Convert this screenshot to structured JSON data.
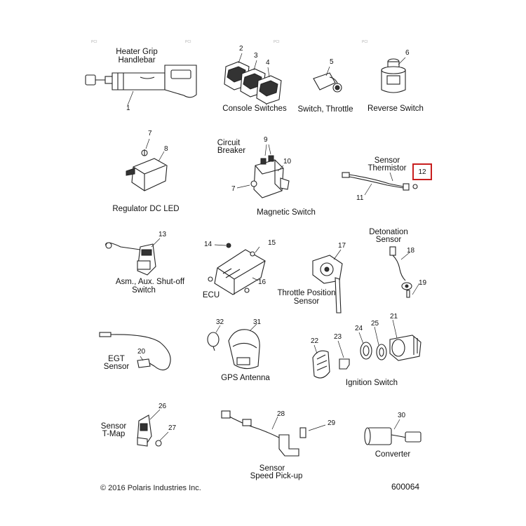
{
  "labels": {
    "heater_grip": "Heater Grip",
    "handlebar": "Handlebar",
    "console_switches": "Console Switches",
    "switch_throttle": "Switch, Throttle",
    "reverse_switch": "Reverse Switch",
    "circuit": "Circuit",
    "breaker": "Breaker",
    "sensor_thermistor_1": "Sensor",
    "sensor_thermistor_2": "Thermistor",
    "regulator": "Regulator DC LED",
    "magnetic_switch": "Magnetic Switch",
    "detonation": "Detonation",
    "detonation_sensor": "Sensor",
    "aux_shutoff_1": "Asm., Aux. Shut-off",
    "aux_shutoff_2": "Switch",
    "ecu": "ECU",
    "tps_1": "Throttle Position",
    "tps_2": "Sensor",
    "egt": "EGT",
    "egt_sensor": "Sensor",
    "gps": "GPS Antenna",
    "ignition": "Ignition Switch",
    "tmap_1": "Sensor",
    "tmap_2": "T-Map",
    "converter": "Converter",
    "speed_1": "Sensor",
    "speed_2": "Speed Pick-up"
  },
  "callouts": {
    "n1": "1",
    "n2": "2",
    "n3": "3",
    "n4": "4",
    "n5": "5",
    "n6": "6",
    "n7a": "7",
    "n7b": "7",
    "n8": "8",
    "n9": "9",
    "n10": "10",
    "n11": "11",
    "n12": "12",
    "n13": "13",
    "n14": "14",
    "n15": "15",
    "n16": "16",
    "n17": "17",
    "n18": "18",
    "n19": "19",
    "n20": "20",
    "n21": "21",
    "n22": "22",
    "n23": "23",
    "n24": "24",
    "n25": "25",
    "n26": "26",
    "n27": "27",
    "n28": "28",
    "n29": "29",
    "n30": "30",
    "n31": "31",
    "n32": "32"
  },
  "highlight_color": "#c81e1e",
  "footer": {
    "copyright": "© 2016 Polaris Industries Inc.",
    "drawing_code": "600064"
  }
}
